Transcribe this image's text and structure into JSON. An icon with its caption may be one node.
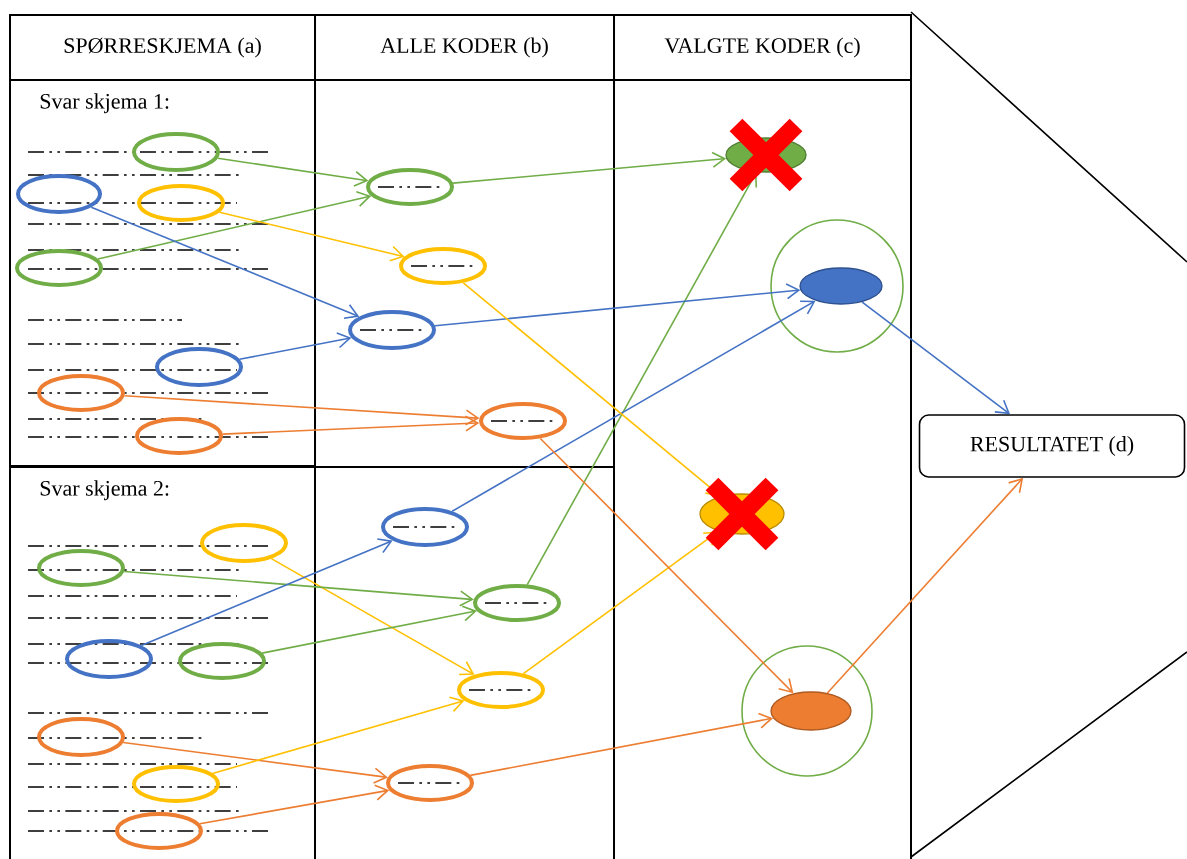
{
  "diagram": {
    "nodes": [
      {
        "text": [
          "SPØRRESKJEMA (a)"
        ]
      },
      {
        "text": [
          "ALLE KODER (b)"
        ]
      },
      {
        "text": [
          "VALGTE KODER (c)"
        ]
      },
      {
        "text": [
          "Svar skjema 1:"
        ]
      },
      {
        "text": [
          "Svar skjema 2:"
        ]
      },
      {
        "text": [],
        "shape": "ellipse",
        "in": 3
      },
      {
        "text": [],
        "shape": "ellipse",
        "in": 3
      },
      {
        "text": [],
        "shape": "ellipse",
        "in": 3
      },
      {
        "text": [],
        "shape": "ellipse",
        "in": 3
      },
      {
        "text": [],
        "shape": "ellipse",
        "in": 3
      },
      {
        "text": [],
        "shape": "ellipse",
        "in": 3
      },
      {
        "text": [],
        "shape": "ellipse",
        "in": 3
      },
      {
        "text": [],
        "shape": "ellipse",
        "in": 4
      },
      {
        "text": [],
        "shape": "ellipse",
        "in": 4
      },
      {
        "text": [],
        "shape": "ellipse",
        "in": 4
      },
      {
        "text": [],
        "shape": "ellipse",
        "in": 4
      },
      {
        "text": [],
        "shape": "ellipse",
        "in": 4
      },
      {
        "text": [],
        "shape": "ellipse",
        "in": 4
      },
      {
        "text": [],
        "shape": "ellipse",
        "in": 4
      },
      {
        "text": [],
        "shape": "ellipse"
      },
      {
        "text": [],
        "shape": "ellipse"
      },
      {
        "text": [],
        "shape": "ellipse"
      },
      {
        "text": [],
        "shape": "ellipse"
      },
      {
        "text": [],
        "shape": "ellipse"
      },
      {
        "text": [],
        "shape": "ellipse"
      },
      {
        "text": [],
        "shape": "ellipse"
      },
      {
        "text": [],
        "shape": "ellipse"
      },
      {
        "text": [],
        "shape": "ellipse"
      },
      {
        "text": [],
        "shape": "circle"
      },
      {
        "text": [],
        "shape": "ellipse",
        "in": 28
      },
      {
        "text": [],
        "shape": "ellipse"
      },
      {
        "text": [],
        "shape": "circle"
      },
      {
        "text": [],
        "shape": "ellipse",
        "in": 31
      },
      {
        "text": [
          "RESULTATET (d)"
        ]
      }
    ],
    "edges": [
      {
        "from": 5,
        "to": 19,
        "arrow": "to",
        "color": "#70ad47"
      },
      {
        "from": 8,
        "to": 19,
        "arrow": "to",
        "color": "#70ad47"
      },
      {
        "from": 6,
        "to": 21,
        "arrow": "to",
        "color": "#4472c4"
      },
      {
        "from": 7,
        "to": 20,
        "arrow": "to",
        "color": "#ffc000"
      },
      {
        "from": 9,
        "to": 21,
        "arrow": "to",
        "color": "#4472c4"
      },
      {
        "from": 10,
        "to": 22,
        "arrow": "to",
        "color": "#ed7d31"
      },
      {
        "from": 11,
        "to": 22,
        "arrow": "to",
        "color": "#ed7d31"
      },
      {
        "from": 12,
        "to": 25,
        "arrow": "to",
        "color": "#ffc000"
      },
      {
        "from": 13,
        "to": 24,
        "arrow": "to",
        "color": "#70ad47"
      },
      {
        "from": 14,
        "to": 23,
        "arrow": "to",
        "color": "#4472c4"
      },
      {
        "from": 15,
        "to": 24,
        "arrow": "to",
        "color": "#70ad47"
      },
      {
        "from": 16,
        "to": 26,
        "arrow": "to",
        "color": "#ed7d31"
      },
      {
        "from": 17,
        "to": 25,
        "arrow": "to",
        "color": "#ffc000"
      },
      {
        "from": 18,
        "to": 26,
        "arrow": "to",
        "color": "#ed7d31"
      },
      {
        "from": 19,
        "to": 27,
        "arrow": "to",
        "color": "#70ad47"
      },
      {
        "from": 24,
        "to": 27,
        "arrow": "to",
        "color": "#70ad47"
      },
      {
        "from": 21,
        "to": 29,
        "arrow": "to",
        "color": "#4472c4"
      },
      {
        "from": 23,
        "to": 29,
        "arrow": "to",
        "color": "#4472c4"
      },
      {
        "from": 20,
        "to": 30,
        "arrow": "to",
        "color": "#ffc000"
      },
      {
        "from": 25,
        "to": 30,
        "arrow": "to",
        "color": "#ffc000"
      },
      {
        "from": 22,
        "to": 32,
        "arrow": "to",
        "color": "#ed7d31"
      },
      {
        "from": 26,
        "to": 32,
        "arrow": "to",
        "color": "#ed7d31"
      },
      {
        "from": 29,
        "to": 33,
        "arrow": "to",
        "color": "#4472c4"
      },
      {
        "from": 32,
        "to": 33,
        "arrow": "to",
        "color": "#ed7d31"
      }
    ]
  }
}
